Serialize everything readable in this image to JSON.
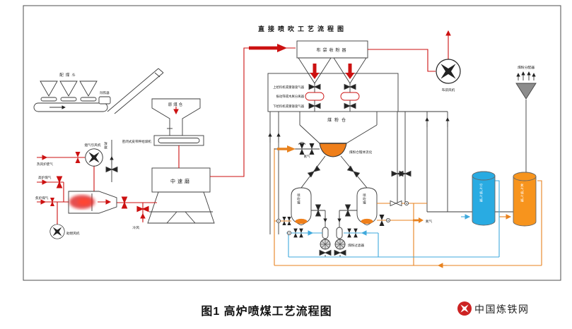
{
  "title": "直接喷吹工艺流程图",
  "caption": "图1 高炉喷煤工艺流程图",
  "logo": {
    "text": "中国炼铁网"
  },
  "labels": {
    "coal_hoppers": "配煤斗",
    "iron_remover": "除铁器",
    "raw_coal_bunker": "原煤仓",
    "belt_weigh_feeder": "密闭式皮带秤给煤机",
    "mill": "中速磨",
    "cold_air": "冷风",
    "flue_gas_fan": "烟气引风机",
    "hot_stove_waste_gas": "热风炉废气",
    "bf_gas": "高炉煤气",
    "coke_oven_gas": "焦炉煤气",
    "combustion_fan": "助燃风机",
    "vent": "放散",
    "bag_filter": "布袋收粉器",
    "bag_fan": "布袋风机",
    "upper_feeder_lock": "上给料机或重锤锁气器",
    "separator": "振动筛或木屑分离器",
    "lower_feeder_lock": "下给料机或重锤锁气器",
    "coal_silo": "煤粉仓",
    "cone_fluidization": "煤粉仓锥体流化",
    "nitrogen_fluidization": "氮气",
    "injection_tank": "喷吹罐",
    "coal_filter": "煤粉过滤器",
    "nitrogen_right": "氮气",
    "coal_distributor": "煤粉分配器",
    "air_tank": "空气储气罐",
    "nitrogen_tank": "氮气储气罐"
  },
  "colors": {
    "line_red": "#cc1111",
    "line_blue": "#3fa9dc",
    "line_orange": "#e8821e",
    "tank_blue": "#29abe2",
    "tank_orange": "#f7941d",
    "fill_orange": "#ef7f1a",
    "logo_red": "#cc2222"
  }
}
